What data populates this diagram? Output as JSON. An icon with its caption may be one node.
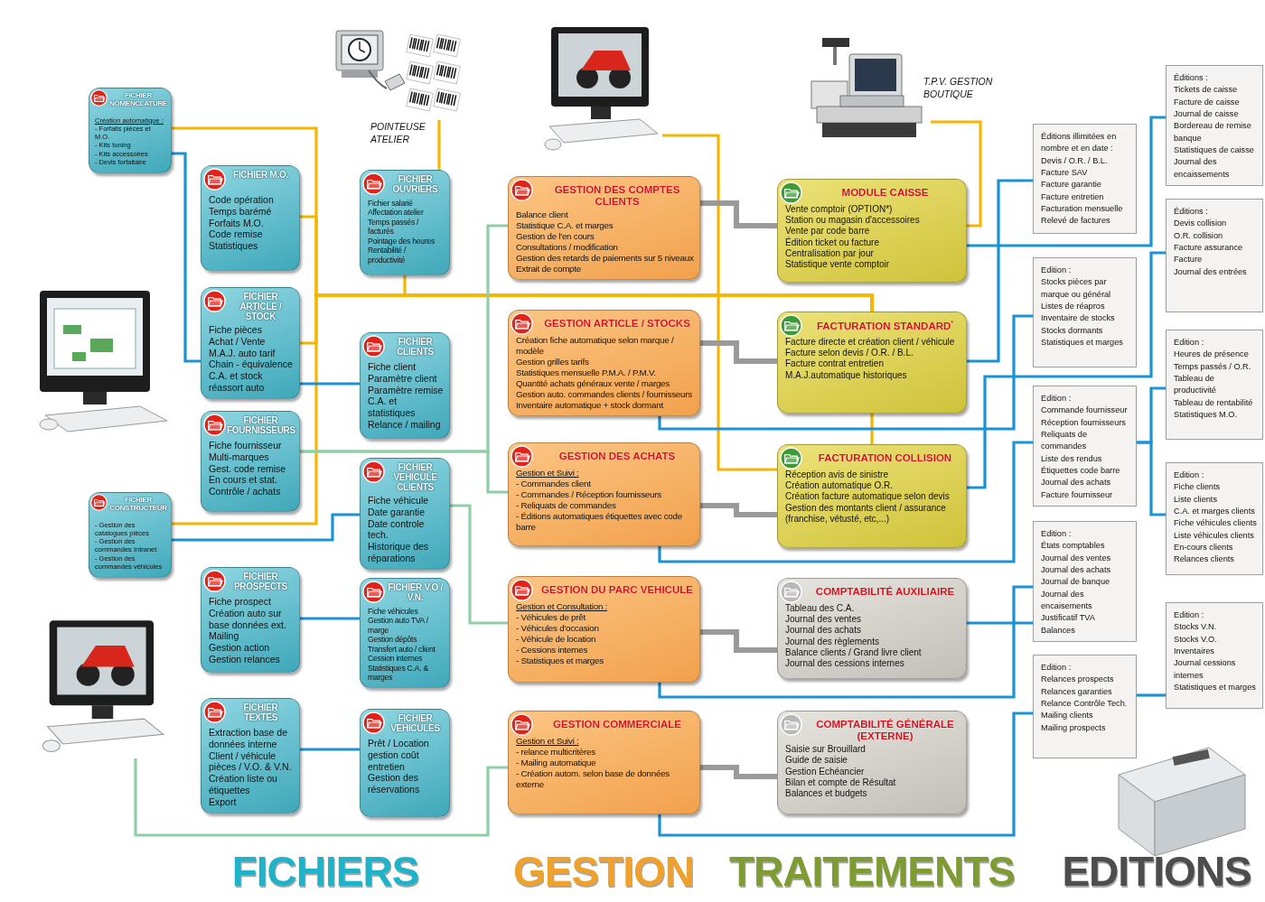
{
  "diagram": {
    "nodes": [
      {
        "text": [
          "FICHIER NOMENCLATURE",
          "Création automatique :",
          "- Forfaits pièces et M.O.",
          "- Kits tuning",
          "- Kits accessoires",
          "- Devis forfaitaire"
        ]
      },
      {
        "text": [
          "FICHIER M.O.",
          "Code opération",
          "Temps barémé",
          "Forfaits M.O.",
          "Code remise",
          "Statistiques"
        ]
      },
      {
        "text": [
          "FICHIER ARTICLE / STOCK",
          "Fiche pièces",
          "Achat / Vente",
          "M.A.J. auto tarif",
          "Chain - équivalence",
          "C.A. et stock",
          "réassort auto"
        ]
      },
      {
        "text": [
          "FICHIER FOURNISSEURS",
          "Fiche fournisseur",
          "Multi-marques",
          "Gest. code remise",
          "En cours et stat.",
          "Contrôle / achats"
        ]
      },
      {
        "text": [
          "FICHIER CONSTRUCTEUR",
          "- Gestion des catalogues pièces",
          "- Gestion des commandes Intranet",
          "- Gestion des commandes véhicules"
        ]
      },
      {
        "text": [
          "FICHIER PROSPECTS",
          "Fiche prospect",
          "Création auto sur base données ext.",
          "Mailing",
          "Gestion action",
          "Gestion relances"
        ]
      },
      {
        "text": [
          "FICHIER TEXTES",
          "Extraction base de données interne",
          "Client / véhicule pièces / V.O. & V.N.",
          "Création liste ou étiquettes",
          "Export"
        ]
      },
      {
        "text": [
          "FICHIER OUVRIERS",
          "Fichier salarié",
          "Affectation atelier",
          "Temps passés / facturés",
          "Pointage des heures",
          "Rentabilité / productivité"
        ]
      },
      {
        "text": [
          "FICHIER CLIENTS",
          "Fiche client",
          "Paramètre client",
          "Paramètre remise",
          "C.A. et statistiques",
          "Relance / mailing"
        ]
      },
      {
        "text": [
          "FICHIER VEHICULE CLIENTS",
          "Fiche véhicule",
          "Date garantie",
          "Date controle tech.",
          "Historique des réparations"
        ]
      },
      {
        "text": [
          "FICHIER V.O / V.N.",
          "Fiche véhicules",
          "Gestion auto TVA / marge",
          "Gestion dépôts",
          "Transfert auto / client",
          "Cession internes",
          "Statistiques C.A. & marges"
        ]
      },
      {
        "text": [
          "FICHIER VEHICULES",
          "Prêt / Location",
          "gestion coût entretien",
          "Gestion des réservations"
        ]
      },
      {
        "text": [
          "GESTION DES COMPTES CLIENTS",
          "Balance client",
          "Statistique C.A. et marges",
          "Gestion de l'en cours",
          "Consultations / modification",
          "Gestion des retards de paiements sur 5 niveaux",
          "Extrait de compte"
        ]
      },
      {
        "text": [
          "GESTION ARTICLE / STOCKS",
          "Création fiche automatique selon marque / modèle",
          "Gestion grilles tarifs",
          "Statistiques mensuelle P.M.A. / P.M.V.",
          "Quantité achats généraux vente / marges",
          "Gestion auto. commandes clients / fournisseurs",
          "Inventaire automatique + stock dormant"
        ]
      },
      {
        "text": [
          "GESTION DES ACHATS",
          "Gestion et Suivi :",
          "- Commandes client",
          "- Commandes / Réception fournisseurs",
          "- Reliquats de commandes",
          "- Éditions automatiques étiquettes avec code barre"
        ]
      },
      {
        "text": [
          "GESTION DU PARC VEHICULE",
          "Gestion et Consultation :",
          "- Véhicules de prêt",
          "- Véhicules d'occasion",
          "- Véhicule de location",
          "- Cessions internes",
          "- Statistiques et marges"
        ]
      },
      {
        "text": [
          "GESTION COMMERCIALE",
          "Gestion et Suivi :",
          "- relance multicritères",
          "- Mailing automatique",
          "- Création autom. selon base de données externe"
        ]
      },
      {
        "text": [
          "MODULE CAISSE",
          "Vente comptoir (OPTION*)",
          "Station ou magasin d'accessoires",
          "Vente par code barre",
          "Édition ticket ou facture",
          "Centralisation par jour",
          "Statistique vente comptoir"
        ]
      },
      {
        "text": [
          "FACTURATION STANDARD$^{*}$",
          "Facture directe et création client / véhicule",
          "Facture selon devis / O.R. / B.L.",
          "Facture contrat entretien",
          "M.A.J.automatique historiques"
        ]
      },
      {
        "text": [
          "FACTURATION COLLISION",
          "Réception avis de sinistre",
          "Création automatique O.R.",
          "Création facture automatique selon devis",
          "Gestion des montants client / assurance (franchise, vétusté, etc,...)"
        ]
      },
      {
        "text": [
          "COMPTABILITÉ AUXILIAIRE",
          "Tableau des C.A.",
          "Journal des ventes",
          "Journal des achats",
          "Journal des règlements",
          "Balance clients / Grand livre client",
          "Journal des cessions internes"
        ]
      },
      {
        "text": [
          "COMPTABILITÉ GÉNÉRALE (EXTERNE)",
          "Saisie sur Brouillard",
          "Guide de saisie",
          "Gestion Echéancier",
          "Bilan et compte de Résultat",
          "Balances et budgets"
        ]
      },
      {
        "text": [
          "Éditions illimitées en nombre et en date :",
          "Devis / O.R. / B.L.",
          "Facture SAV",
          "Facture garantie",
          "Facture entretien",
          "Facturation mensuelle",
          "Relevé de factures"
        ]
      },
      {
        "text": [
          "Edition :",
          "Stocks pièces par marque ou général",
          "Listes de réapros",
          "Inventaire de stocks",
          "Stocks dormants",
          "Statistiques et marges"
        ]
      },
      {
        "text": [
          "Edition :",
          "Commande fournisseur",
          "Réception fournisseurs",
          "Reliquats de commandes",
          "Liste des rendus",
          "Étiquettes code barre",
          "Journal des achats",
          "Facture fournisseur"
        ]
      },
      {
        "text": [
          "Edition :",
          "États comptables",
          "Journal des ventes",
          "Journal des achats",
          "Journal de banque",
          "Journal des encaisements",
          "Justificatif TVA",
          "Balances"
        ]
      },
      {
        "text": [
          "Edition :",
          "Relances prospects",
          "Relances garanties",
          "Relance Contrôle Tech.",
          "Mailing clients",
          "Mailing prospects"
        ]
      },
      {
        "text": [
          "Éditions :",
          "Tickets de caisse",
          "Facture de caisse",
          "Journal de caisse",
          "Bordereau de remise banque",
          "Statistiques de caisse",
          "Journal des encaissements"
        ]
      },
      {
        "text": [
          "Éditions :",
          "Devis collision",
          "O.R. collision",
          "Facture assurance",
          "Facture",
          "Journal des entrées"
        ]
      },
      {
        "text": [
          "Edition :",
          "Heures de présence",
          "Temps passés / O.R.",
          "Tableau de productivité",
          "Tableau de rentabilité",
          "Statistiques M.O."
        ]
      },
      {
        "text": [
          "Edition :",
          "Fiche clients",
          "Liste clients",
          "C.A. et marges clients",
          "Fiche véhicules clients",
          "Liste véhicules clients",
          "En-cours clients",
          "Relances clients"
        ]
      },
      {
        "text": [
          "Edition :",
          "Stocks V.N.",
          "Stocks V.O.",
          "Inventaires",
          "Journal cessions internes",
          "Statistiques et marges"
        ]
      },
      {
        "text": [],
        "shape": "picture",
        "beside": [
          "POINTEUSE ATELIER"
        ]
      },
      {
        "text": [],
        "shape": "picture"
      },
      {
        "text": [],
        "shape": "picture",
        "beside": [
          "T.P.V. GESTION BOUTIQUE"
        ]
      },
      {
        "text": [],
        "shape": "picture"
      }
    ],
    "edges": [
      {
        "from": 0,
        "to": 18,
        "arrow": "none",
        "color": "#f7b500"
      },
      {
        "from": 1,
        "to": 18,
        "arrow": "none",
        "color": "#f7b500"
      },
      {
        "from": 2,
        "to": 18,
        "arrow": "none",
        "color": "#f7b500"
      },
      {
        "from": 4,
        "to": 18,
        "arrow": "none",
        "color": "#f7b500"
      },
      {
        "from": 7,
        "to": 18,
        "arrow": "none",
        "color": "#f7b500"
      },
      {
        "from": 32,
        "to": 7,
        "arrow": "none",
        "color": "#f7b500"
      },
      {
        "from": 33,
        "to": 19,
        "arrow": "none",
        "color": "#f7b500"
      },
      {
        "from": 34,
        "to": 17,
        "arrow": "none",
        "color": "#f7b500"
      },
      {
        "from": 18,
        "to": 19,
        "arrow": "none",
        "color": "#f7b500"
      },
      {
        "from": 0,
        "to": 2,
        "arrow": "none"
      },
      {
        "from": 4,
        "to": 9,
        "arrow": "none"
      },
      {
        "from": 5,
        "to": 10,
        "arrow": "none"
      },
      {
        "from": 6,
        "to": 11,
        "arrow": "none"
      },
      {
        "from": 2,
        "to": 8,
        "arrow": "none"
      },
      {
        "from": 13,
        "to": 23,
        "arrow": "none"
      },
      {
        "from": 14,
        "to": 24,
        "arrow": "none"
      },
      {
        "from": 15,
        "to": 25,
        "arrow": "none"
      },
      {
        "from": 16,
        "to": 26,
        "arrow": "none"
      },
      {
        "from": 17,
        "to": 27,
        "arrow": "none"
      },
      {
        "from": 19,
        "to": 28,
        "arrow": "none"
      },
      {
        "from": 18,
        "to": 22,
        "arrow": "none"
      },
      {
        "from": 20,
        "to": 25,
        "arrow": "none"
      },
      {
        "from": 24,
        "to": 29,
        "arrow": "none"
      },
      {
        "from": 24,
        "to": 30,
        "arrow": "none"
      },
      {
        "from": 26,
        "to": 31,
        "arrow": "none"
      },
      {
        "from": 3,
        "to": 14,
        "arrow": "none",
        "color": "#8fcfa5"
      },
      {
        "from": 3,
        "to": 12,
        "arrow": "none",
        "color": "#8fcfa5"
      },
      {
        "from": 9,
        "to": 15,
        "arrow": "none",
        "color": "#8fcfa5"
      },
      {
        "from": 35,
        "to": 16,
        "arrow": "none",
        "color": "#8fcfa5"
      },
      {
        "from": 12,
        "to": 17,
        "arrow": "none",
        "style": "thick",
        "color": "#9a9a9a"
      },
      {
        "from": 13,
        "to": 18,
        "arrow": "none",
        "style": "thick",
        "color": "#9a9a9a"
      },
      {
        "from": 14,
        "to": 19,
        "arrow": "none",
        "style": "thick",
        "color": "#9a9a9a"
      },
      {
        "from": 15,
        "to": 20,
        "arrow": "none",
        "style": "thick",
        "color": "#9a9a9a"
      },
      {
        "from": 16,
        "to": 21,
        "arrow": "none",
        "style": "thick",
        "color": "#9a9a9a"
      }
    ],
    "labels": [
      "FICHIERS",
      "GESTION",
      "TRAITEMENTS",
      "EDITIONS"
    ]
  }
}
